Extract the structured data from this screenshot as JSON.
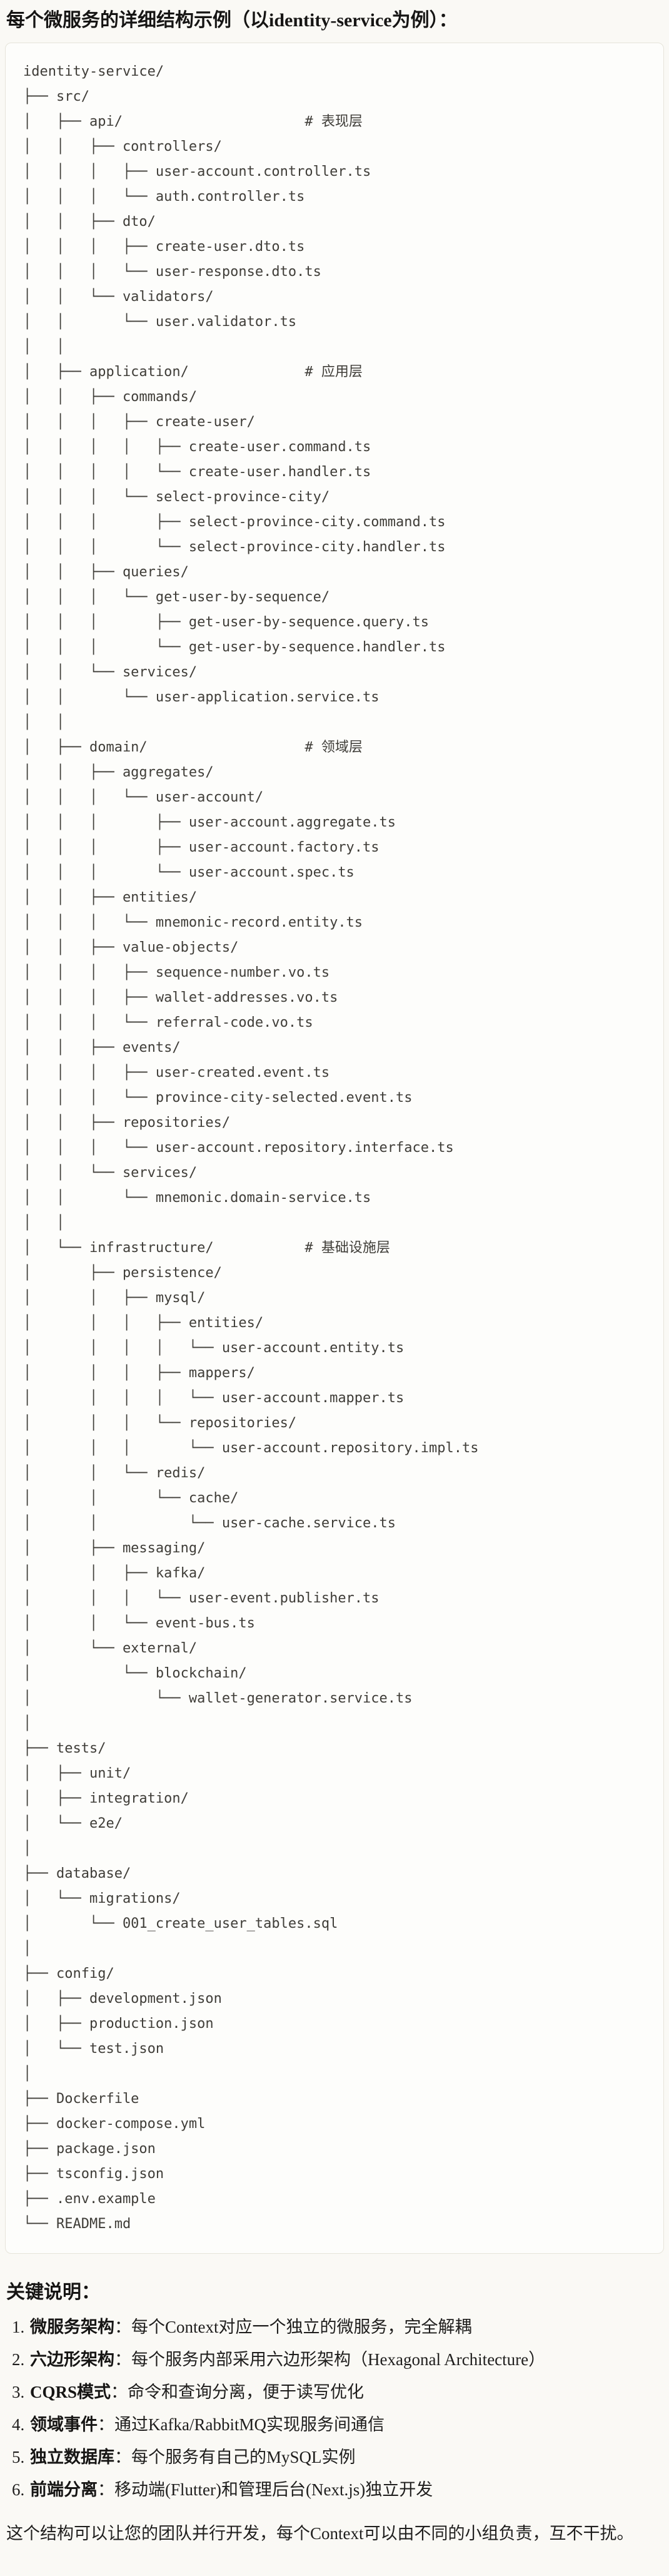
{
  "title": "每个微服务的详细结构示例（以identity-service为例）：",
  "tree": {
    "lines": [
      "identity-service/",
      "├── src/",
      "│   ├── api/                      # 表现层",
      "│   │   ├── controllers/",
      "│   │   │   ├── user-account.controller.ts",
      "│   │   │   └── auth.controller.ts",
      "│   │   ├── dto/",
      "│   │   │   ├── create-user.dto.ts",
      "│   │   │   └── user-response.dto.ts",
      "│   │   └── validators/",
      "│   │       └── user.validator.ts",
      "│   │",
      "│   ├── application/              # 应用层",
      "│   │   ├── commands/",
      "│   │   │   ├── create-user/",
      "│   │   │   │   ├── create-user.command.ts",
      "│   │   │   │   └── create-user.handler.ts",
      "│   │   │   └── select-province-city/",
      "│   │   │       ├── select-province-city.command.ts",
      "│   │   │       └── select-province-city.handler.ts",
      "│   │   ├── queries/",
      "│   │   │   └── get-user-by-sequence/",
      "│   │   │       ├── get-user-by-sequence.query.ts",
      "│   │   │       └── get-user-by-sequence.handler.ts",
      "│   │   └── services/",
      "│   │       └── user-application.service.ts",
      "│   │",
      "│   ├── domain/                   # 领域层",
      "│   │   ├── aggregates/",
      "│   │   │   └── user-account/",
      "│   │   │       ├── user-account.aggregate.ts",
      "│   │   │       ├── user-account.factory.ts",
      "│   │   │       └── user-account.spec.ts",
      "│   │   ├── entities/",
      "│   │   │   └── mnemonic-record.entity.ts",
      "│   │   ├── value-objects/",
      "│   │   │   ├── sequence-number.vo.ts",
      "│   │   │   ├── wallet-addresses.vo.ts",
      "│   │   │   └── referral-code.vo.ts",
      "│   │   ├── events/",
      "│   │   │   ├── user-created.event.ts",
      "│   │   │   └── province-city-selected.event.ts",
      "│   │   ├── repositories/",
      "│   │   │   └── user-account.repository.interface.ts",
      "│   │   └── services/",
      "│   │       └── mnemonic.domain-service.ts",
      "│   │",
      "│   └── infrastructure/           # 基础设施层",
      "│       ├── persistence/",
      "│       │   ├── mysql/",
      "│       │   │   ├── entities/",
      "│       │   │   │   └── user-account.entity.ts",
      "│       │   │   ├── mappers/",
      "│       │   │   │   └── user-account.mapper.ts",
      "│       │   │   └── repositories/",
      "│       │   │       └── user-account.repository.impl.ts",
      "│       │   └── redis/",
      "│       │       └── cache/",
      "│       │           └── user-cache.service.ts",
      "│       ├── messaging/",
      "│       │   ├── kafka/",
      "│       │   │   └── user-event.publisher.ts",
      "│       │   └── event-bus.ts",
      "│       └── external/",
      "│           └── blockchain/",
      "│               └── wallet-generator.service.ts",
      "│",
      "├── tests/",
      "│   ├── unit/",
      "│   ├── integration/",
      "│   └── e2e/",
      "│",
      "├── database/",
      "│   └── migrations/",
      "│       └── 001_create_user_tables.sql",
      "│",
      "├── config/",
      "│   ├── development.json",
      "│   ├── production.json",
      "│   └── test.json",
      "│",
      "├── Dockerfile",
      "├── docker-compose.yml",
      "├── package.json",
      "├── tsconfig.json",
      "├── .env.example",
      "└── README.md"
    ]
  },
  "notes": {
    "heading": "关键说明：",
    "items": [
      {
        "label": "微服务架构",
        "text": "：每个Context对应一个独立的微服务，完全解耦"
      },
      {
        "label": "六边形架构",
        "text": "：每个服务内部采用六边形架构（Hexagonal Architecture）"
      },
      {
        "label": "CQRS模式",
        "text": "：命令和查询分离，便于读写优化"
      },
      {
        "label": "领域事件",
        "text": "：通过Kafka/RabbitMQ实现服务间通信"
      },
      {
        "label": "独立数据库",
        "text": "：每个服务有自己的MySQL实例"
      },
      {
        "label": "前端分离",
        "text": "：移动端(Flutter)和管理后台(Next.js)独立开发"
      }
    ],
    "closing": "这个结构可以让您的团队并行开发，每个Context可以由不同的小组负责，互不干扰。"
  }
}
